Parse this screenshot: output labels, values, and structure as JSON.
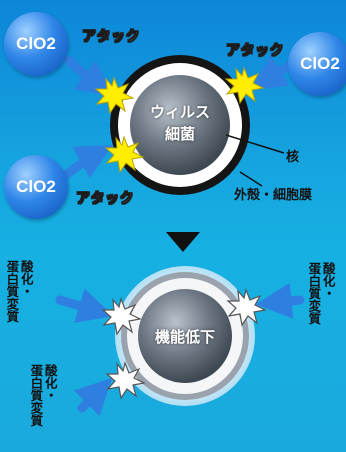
{
  "molecule_label": "ClO2",
  "attack_label": "アタック",
  "virus_label_line1": "ウィルス",
  "virus_label_line2": "細菌",
  "nucleus_label": "核",
  "membrane_label": "外殻・細胞膜",
  "result_label": "機能低下",
  "oxidation_label_line1": "酸化・",
  "oxidation_label_line2": "蛋白質変質",
  "colors": {
    "background": "#16a3df",
    "arrow": "#2f7fe0",
    "burst_yellow": "#ffee00",
    "burst_white": "#ffffff"
  },
  "icons": [
    "burst-icon",
    "arrow-icon",
    "down-triangle-icon"
  ]
}
